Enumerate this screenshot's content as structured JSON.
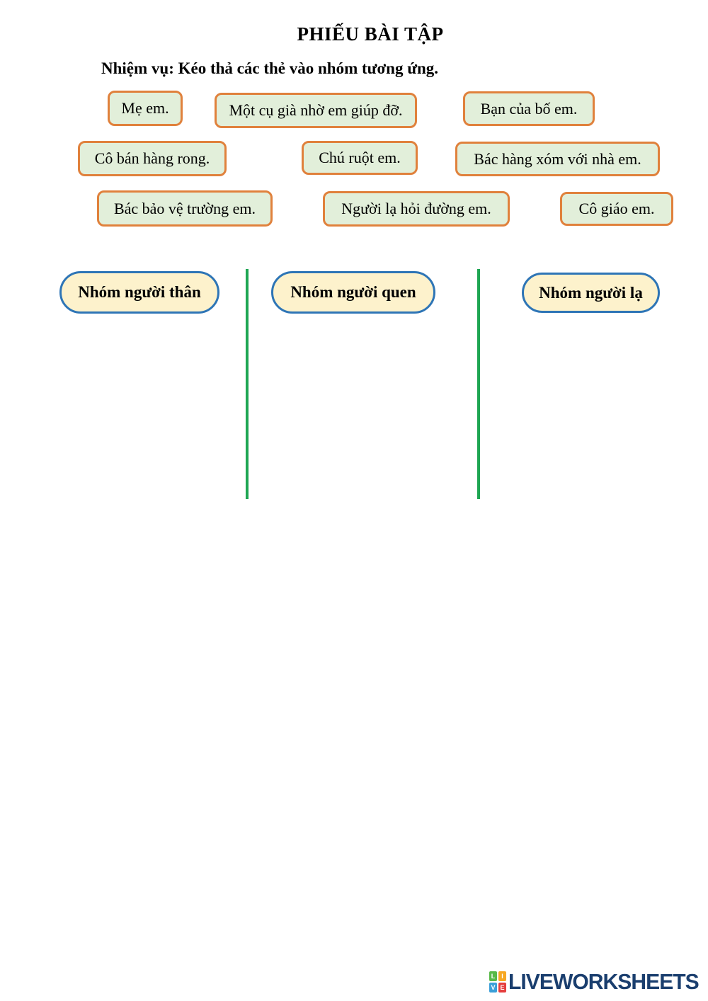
{
  "page": {
    "title": "PHIẾU BÀI TẬP",
    "task": "Nhiệm vụ: Kéo thả các thẻ vào nhóm tương ứng."
  },
  "cards": [
    {
      "label": "Mẹ em."
    },
    {
      "label": "Một cụ già nhờ em giúp đỡ."
    },
    {
      "label": "Bạn của bố em."
    },
    {
      "label": "Cô bán hàng rong."
    },
    {
      "label": "Chú ruột em."
    },
    {
      "label": "Bác hàng xóm với nhà em."
    },
    {
      "label": "Bác bảo vệ trường em."
    },
    {
      "label": "Người lạ hỏi đường em."
    },
    {
      "label": "Cô giáo em."
    }
  ],
  "groups": [
    {
      "label": "Nhóm người thân"
    },
    {
      "label": "Nhóm người quen"
    },
    {
      "label": "Nhóm người lạ"
    }
  ],
  "colors": {
    "card_bg": "#e2efda",
    "card_border": "#e0813c",
    "group_bg": "#fdf2cc",
    "group_border": "#2e75b6",
    "divider": "#1fa653",
    "logo_navy": "#1a3e6e"
  },
  "footer": {
    "brand": "LIVEWORKSHEETS",
    "logo_squares": [
      {
        "letter": "L",
        "color": "#58b947"
      },
      {
        "letter": "I",
        "color": "#f7a823"
      },
      {
        "letter": "V",
        "color": "#3b9fd8"
      },
      {
        "letter": "E",
        "color": "#e53e3e"
      }
    ]
  }
}
